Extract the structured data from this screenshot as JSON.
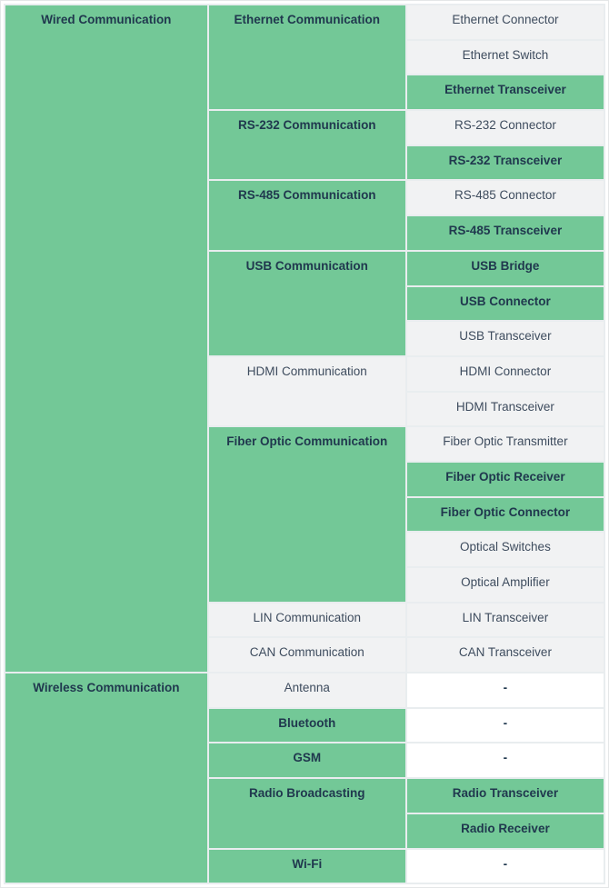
{
  "colors": {
    "highlight_bg": "#73c897",
    "normal_bg": "#f1f2f3",
    "empty_bg": "#ffffff",
    "highlight_text": "#20384e",
    "normal_text": "#3e4c5e",
    "border": "#e9edef",
    "outer_border": "#e4e6e7"
  },
  "table": {
    "columns": [
      "category",
      "subcategory",
      "component"
    ],
    "groups": [
      {
        "category": "Wired Communication",
        "style": "highlight",
        "subgroups": [
          {
            "label": "Ethernet Communication",
            "style": "highlight",
            "items": [
              {
                "label": "Ethernet Connector",
                "style": "normal"
              },
              {
                "label": "Ethernet Switch",
                "style": "normal"
              },
              {
                "label": "Ethernet Transceiver",
                "style": "highlight"
              }
            ]
          },
          {
            "label": "RS-232 Communication",
            "style": "highlight",
            "items": [
              {
                "label": "RS-232 Connector",
                "style": "normal"
              },
              {
                "label": "RS-232 Transceiver",
                "style": "highlight"
              }
            ]
          },
          {
            "label": "RS-485 Communication",
            "style": "highlight",
            "items": [
              {
                "label": "RS-485 Connector",
                "style": "normal"
              },
              {
                "label": "RS-485 Transceiver",
                "style": "highlight"
              }
            ]
          },
          {
            "label": "USB Communication",
            "style": "highlight",
            "items": [
              {
                "label": "USB Bridge",
                "style": "highlight"
              },
              {
                "label": "USB Connector",
                "style": "highlight"
              },
              {
                "label": "USB Transceiver",
                "style": "normal"
              }
            ]
          },
          {
            "label": "HDMI Communication",
            "style": "normal",
            "items": [
              {
                "label": "HDMI Connector",
                "style": "normal"
              },
              {
                "label": "HDMI Transceiver",
                "style": "normal"
              }
            ]
          },
          {
            "label": "Fiber Optic Communication",
            "style": "highlight",
            "items": [
              {
                "label": "Fiber Optic Transmitter",
                "style": "normal"
              },
              {
                "label": "Fiber Optic Receiver",
                "style": "highlight"
              },
              {
                "label": "Fiber Optic Connector",
                "style": "highlight"
              },
              {
                "label": "Optical Switches",
                "style": "normal"
              },
              {
                "label": "Optical Amplifier",
                "style": "normal"
              }
            ]
          },
          {
            "label": "LIN Communication",
            "style": "normal",
            "items": [
              {
                "label": "LIN Transceiver",
                "style": "normal"
              }
            ]
          },
          {
            "label": "CAN Communication",
            "style": "normal",
            "items": [
              {
                "label": "CAN Transceiver",
                "style": "normal"
              }
            ]
          }
        ]
      },
      {
        "category": "Wireless Communication",
        "style": "highlight",
        "subgroups": [
          {
            "label": "Antenna",
            "style": "normal",
            "items": [
              {
                "label": "-",
                "style": "empty"
              }
            ]
          },
          {
            "label": "Bluetooth",
            "style": "highlight",
            "items": [
              {
                "label": "-",
                "style": "empty"
              }
            ]
          },
          {
            "label": "GSM",
            "style": "highlight",
            "items": [
              {
                "label": "-",
                "style": "empty"
              }
            ]
          },
          {
            "label": "Radio Broadcasting",
            "style": "highlight",
            "items": [
              {
                "label": "Radio Transceiver",
                "style": "highlight"
              },
              {
                "label": "Radio Receiver",
                "style": "highlight"
              }
            ]
          },
          {
            "label": "Wi-Fi",
            "style": "highlight",
            "items": [
              {
                "label": "-",
                "style": "empty"
              }
            ]
          }
        ]
      }
    ]
  }
}
